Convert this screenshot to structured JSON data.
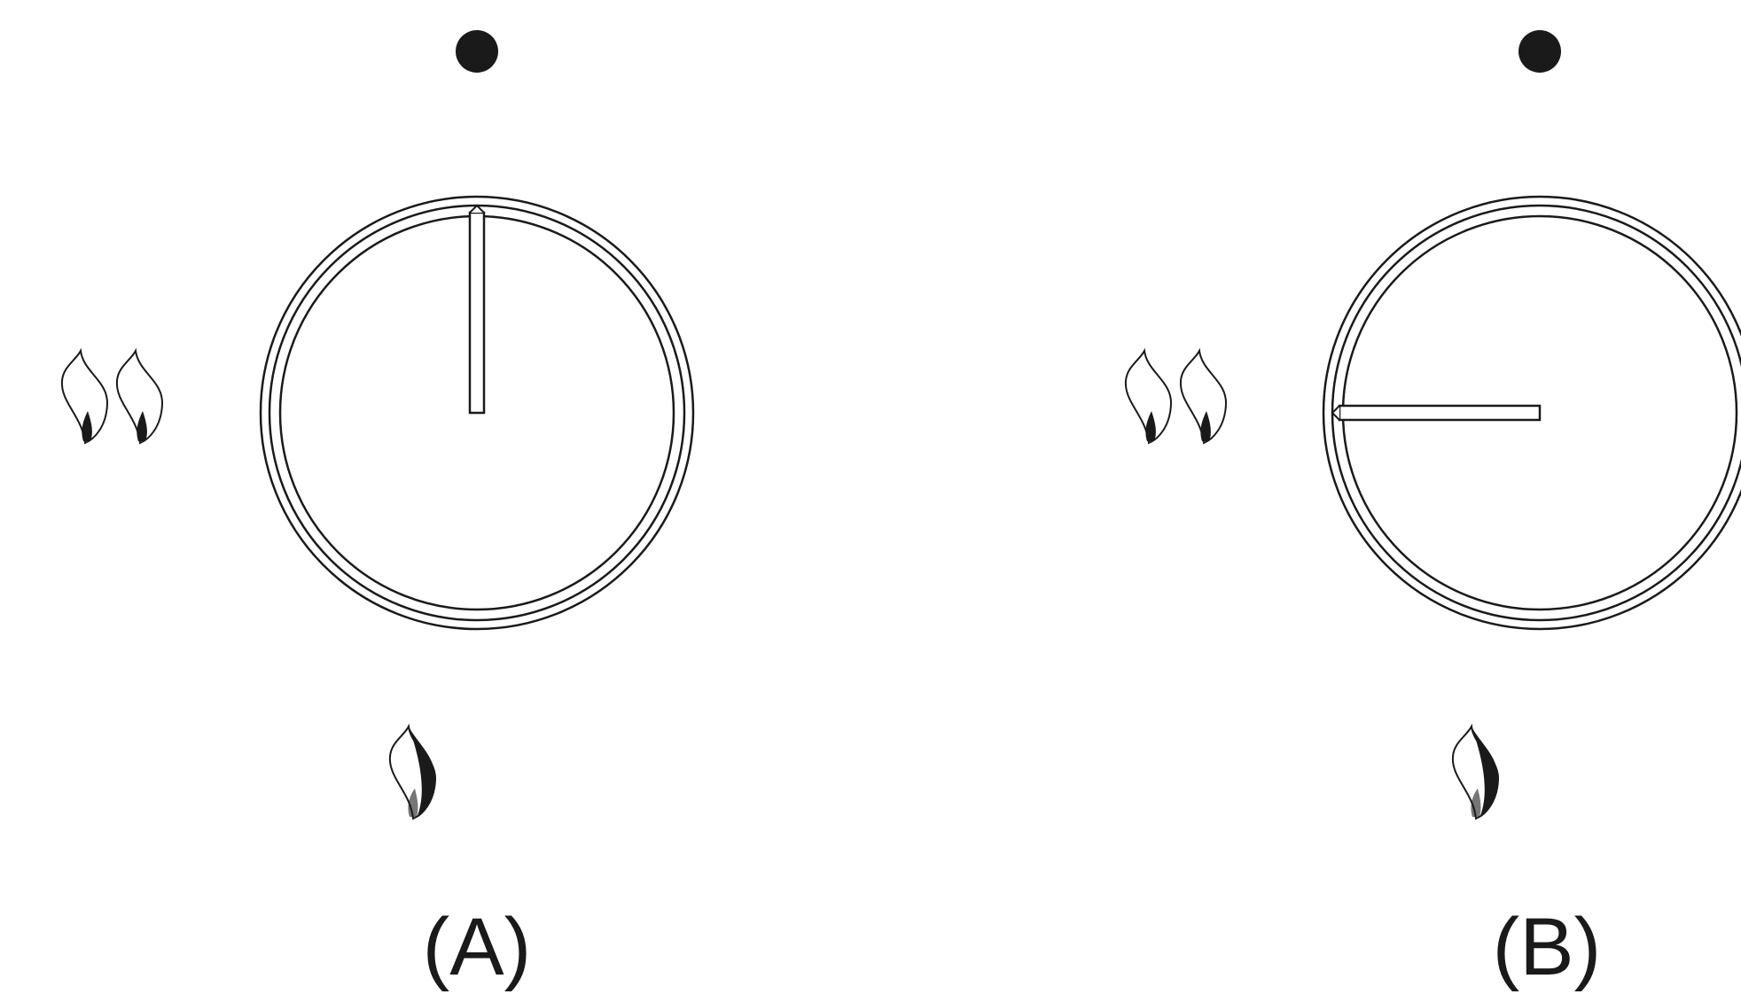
{
  "panels": [
    {
      "caption": "(A)",
      "knob_pointer_direction": "up",
      "icons": [
        "off-position-dot-icon",
        "high-flame-icon",
        "low-flame-icon"
      ]
    },
    {
      "caption": "(B)",
      "knob_pointer_direction": "left",
      "icons": [
        "off-position-dot-icon",
        "high-flame-icon",
        "low-flame-icon"
      ]
    }
  ],
  "colors": {
    "ink": "#1a1a1a",
    "background": "#ffffff"
  }
}
